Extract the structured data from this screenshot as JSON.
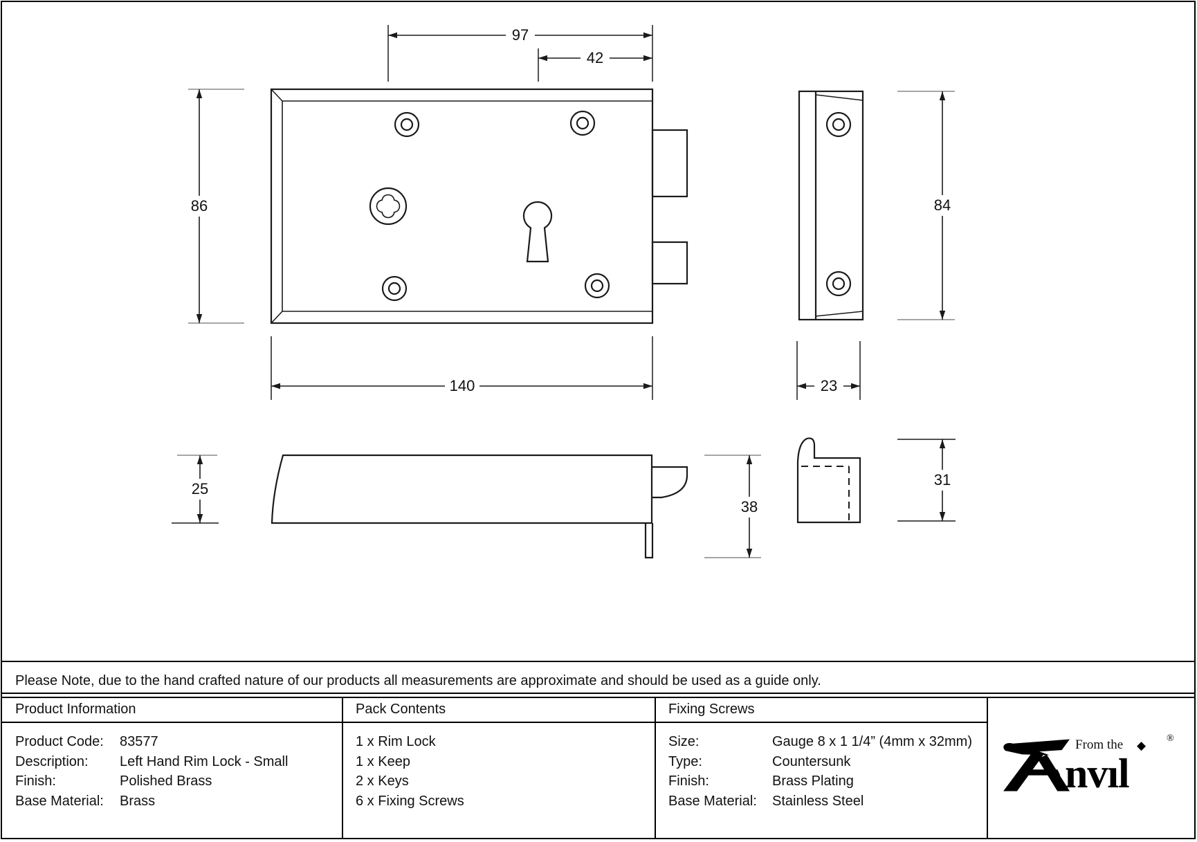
{
  "note": "Please Note, due to the hand crafted nature of our products all measurements are approximate and should be used as a guide only.",
  "drawing": {
    "front_view": {
      "dim_hub_to_edge": "97",
      "dim_keyhole_to_edge": "42",
      "dim_height": "86",
      "dim_width": "140"
    },
    "keep_view": {
      "dim_height": "84",
      "dim_width": "23"
    },
    "profile_view": {
      "dim_plate_depth": "25",
      "dim_total_depth": "38"
    },
    "keep_profile_view": {
      "dim_depth": "31"
    }
  },
  "table": {
    "product_information": {
      "header": "Product Information",
      "rows": [
        {
          "label": "Product Code:",
          "value": "83577"
        },
        {
          "label": "Description:",
          "value": "Left Hand Rim Lock - Small"
        },
        {
          "label": "Finish:",
          "value": "Polished Brass"
        },
        {
          "label": "Base Material:",
          "value": "Brass"
        }
      ]
    },
    "pack_contents": {
      "header": "Pack Contents",
      "items": [
        "1 x Rim Lock",
        "1 x Keep",
        "2 x Keys",
        "6 x Fixing Screws"
      ]
    },
    "fixing_screws": {
      "header": "Fixing Screws",
      "rows": [
        {
          "label": "Size:",
          "value": "Gauge 8 x 1 1/4” (4mm x 32mm)"
        },
        {
          "label": "Type:",
          "value": "Countersunk"
        },
        {
          "label": "Finish:",
          "value": "Brass Plating"
        },
        {
          "label": "Base Material:",
          "value": "Stainless Steel"
        }
      ]
    }
  },
  "logo": {
    "from_the": "From the",
    "name_rest": "nvıl",
    "diamond_icon": "◆",
    "registered_mark": "®"
  },
  "colors": {
    "line": "#1a1a1a",
    "extension_grey": "#9a9a9a",
    "background": "#ffffff"
  }
}
